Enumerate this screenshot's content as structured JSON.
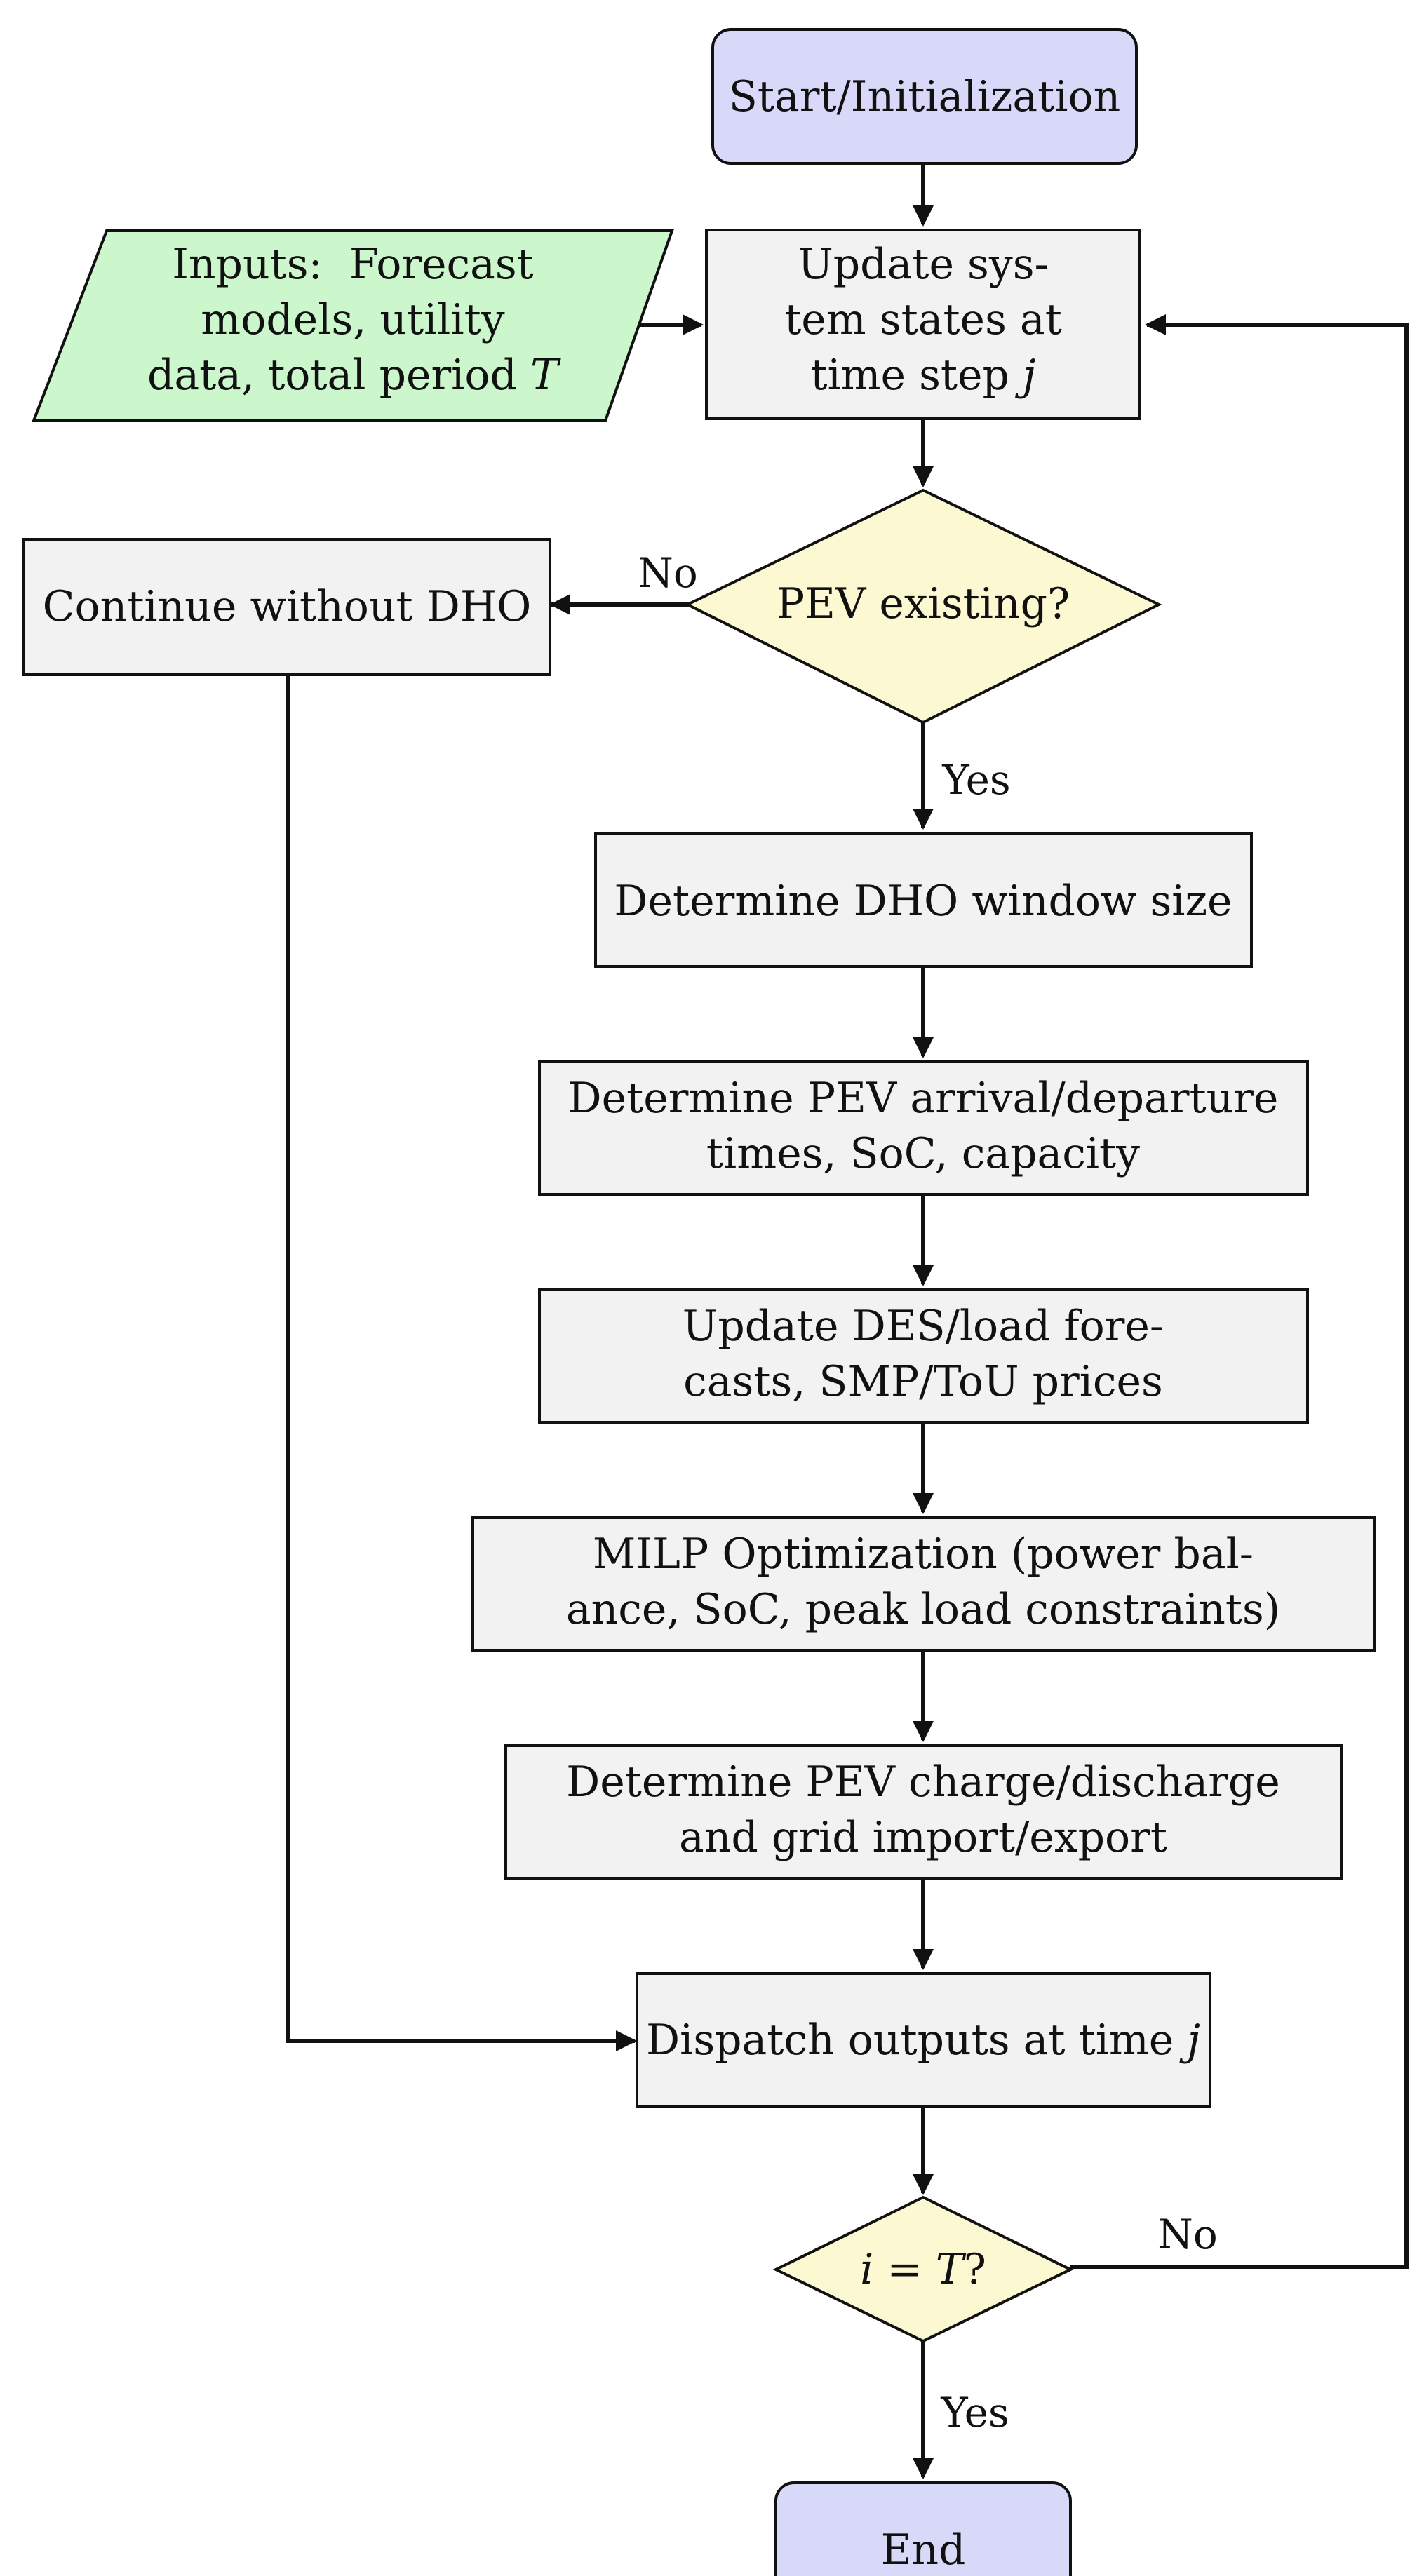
{
  "diagram": {
    "colors": {
      "terminal_fill": "#d8d8f8",
      "input_fill": "#ccf7cc",
      "process_fill": "#f2f2f2",
      "decision_fill": "#fbf8d2",
      "stroke": "#111111"
    },
    "nodes": {
      "start": {
        "line1": "Start/Initialization"
      },
      "inputs": {
        "line1": "Inputs:  Forecast",
        "line2": "models, utility",
        "line3_prefix": "data, total period ",
        "line3_var": "T"
      },
      "update_states": {
        "line1": "Update sys-",
        "line2": "tem states at",
        "line3_prefix": "time step ",
        "line3_var": "j"
      },
      "pev_existing": {
        "line1": "PEV existing?"
      },
      "continue_without_dho": {
        "line1": "Continue without DHO"
      },
      "determine_window": {
        "line1": "Determine DHO window size"
      },
      "determine_pev_times": {
        "line1": "Determine PEV arrival/departure",
        "line2": "times, SoC, capacity"
      },
      "update_forecasts": {
        "line1": "Update DES/load fore-",
        "line2": "casts, SMP/ToU prices"
      },
      "milp_optimization": {
        "line1": "MILP Optimization (power bal-",
        "line2": "ance, SoC, peak load constraints)"
      },
      "determine_charge": {
        "line1": "Determine PEV charge/discharge",
        "line2": "and grid import/export"
      },
      "dispatch": {
        "line1_prefix": "Dispatch outputs at time ",
        "line1_var": "j"
      },
      "check_end": {
        "var_i": "i",
        "equals": " = ",
        "var_T": "T",
        "suffix": "?"
      },
      "end": {
        "line1": "End"
      }
    },
    "edge_labels": {
      "pev_no": "No",
      "pev_yes": "Yes",
      "end_no": "No",
      "end_yes": "Yes"
    }
  }
}
